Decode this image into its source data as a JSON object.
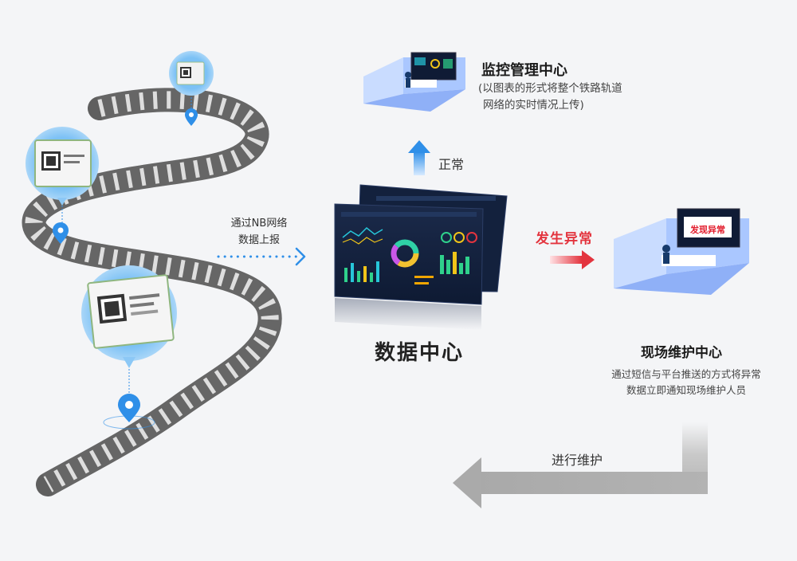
{
  "data_flow": {
    "line1": "通过NB网络",
    "line2": "数据上报"
  },
  "data_center": {
    "title": "数据中心"
  },
  "monitoring": {
    "title": "监控管理中心",
    "desc_line1": "(以图表的形式将整个铁路轨道",
    "desc_line2": "网络的实时情况上传)"
  },
  "normal": {
    "label": "正常"
  },
  "abnormal": {
    "label": "发生异常",
    "screen_text": "发现异常"
  },
  "maintenance": {
    "title": "现场维护中心",
    "desc_line1": "通过短信与平台推送的方式将异常",
    "desc_line2": "数据立即通知现场维护人员"
  },
  "return_arrow": {
    "label": "进行维护"
  },
  "colors": {
    "accent_blue": "#2f8fe8",
    "alert_red": "#e3343e",
    "track_gray": "#6d6d6d",
    "room_blue": "#aac7ff"
  }
}
